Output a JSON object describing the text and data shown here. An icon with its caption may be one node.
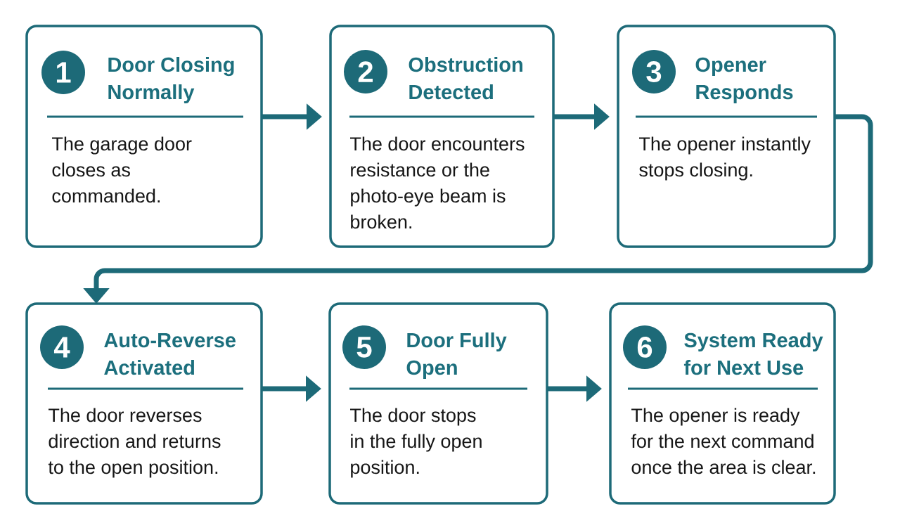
{
  "diagram": {
    "nodes": [
      {
        "text": [
          "Door Closing Normally",
          "The garage door closes as commanded."
        ]
      },
      {
        "text": [
          "1"
        ],
        "in": 0
      },
      {
        "text": [
          "Obstruction Detected",
          "The door encounters resistance or the photo-eye beam is broken."
        ]
      },
      {
        "text": [
          "2"
        ],
        "in": 2
      },
      {
        "text": [
          "Opener Responds",
          "The opener instantly stops closing."
        ]
      },
      {
        "text": [
          "3"
        ],
        "in": 4
      },
      {
        "text": [
          "Auto-Reverse Activated",
          "The door reverses direction and returns to the open position."
        ]
      },
      {
        "text": [
          "4"
        ],
        "in": 6
      },
      {
        "text": [
          "Door Fully Open",
          "The door stops in the fully open position."
        ]
      },
      {
        "text": [
          "5"
        ],
        "in": 8
      },
      {
        "text": [
          "System Ready for Next Use",
          "The opener is ready for the next command once the area is clear."
        ]
      },
      {
        "text": [
          "6"
        ],
        "in": 10
      }
    ],
    "edges": [
      {
        "from": 0,
        "to": 2,
        "arrow": "to"
      },
      {
        "from": 2,
        "to": 4,
        "arrow": "to"
      },
      {
        "from": 4,
        "to": 6,
        "arrow": "to"
      },
      {
        "from": 6,
        "to": 8,
        "arrow": "to"
      },
      {
        "from": 8,
        "to": 10,
        "arrow": "to"
      }
    ]
  }
}
